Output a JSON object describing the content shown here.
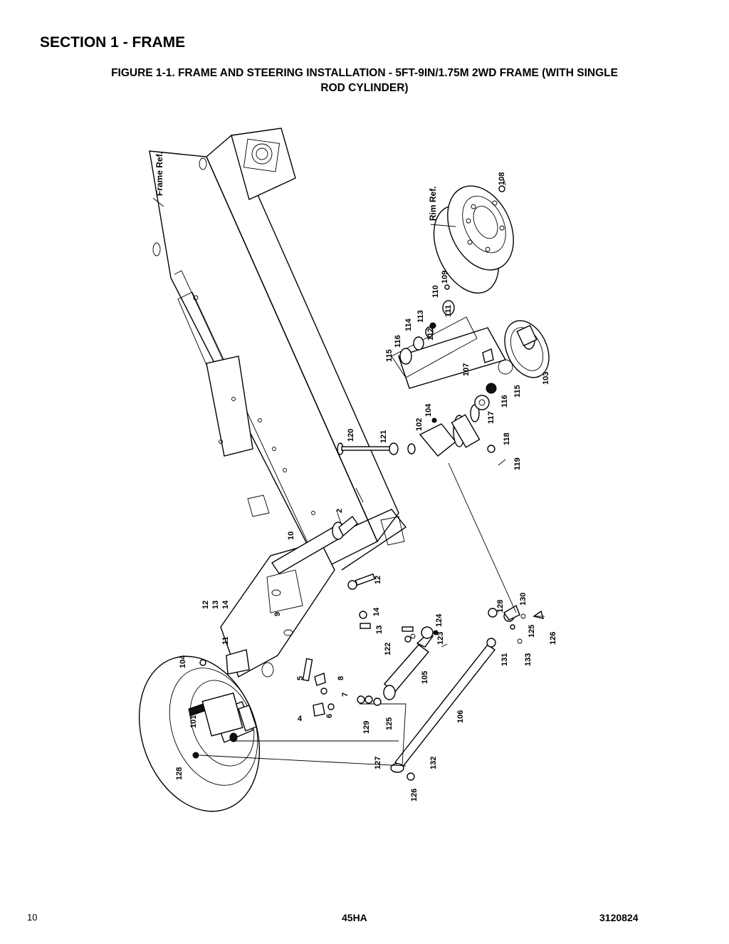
{
  "header": {
    "section_title": "SECTION 1 - FRAME",
    "figure_title_line1": "FIGURE 1-1. FRAME AND STEERING INSTALLATION - 5FT-9IN/1.75M 2WD FRAME (WITH SINGLE",
    "figure_title_line2": "ROD CYLINDER)"
  },
  "diagram": {
    "reference_labels": {
      "frame": "Frame Ref.",
      "rim": "Rim Ref."
    },
    "callouts": [
      "2",
      "5",
      "6",
      "7",
      "8",
      "9",
      "10",
      "11",
      "12",
      "13",
      "14",
      "101",
      "102",
      "103",
      "104",
      "105",
      "106",
      "107",
      "108",
      "109",
      "110",
      "111",
      "112",
      "113",
      "114",
      "115",
      "116",
      "117",
      "118",
      "119",
      "120",
      "121",
      "122",
      "123",
      "124",
      "125",
      "126",
      "127",
      "128",
      "129",
      "130",
      "131",
      "132",
      "133"
    ]
  },
  "footer": {
    "page_number": "10",
    "model": "45HA",
    "document_number": "3120824"
  }
}
